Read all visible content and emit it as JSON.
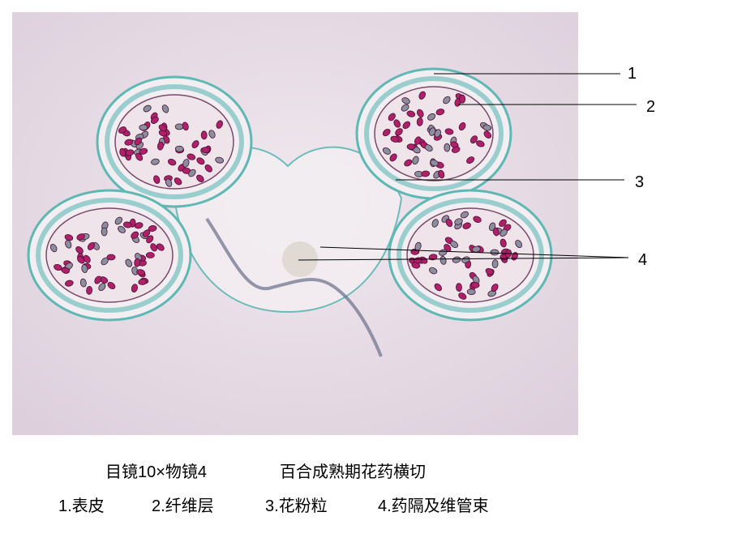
{
  "figure": {
    "labels": [
      "1",
      "2",
      "3",
      "4"
    ],
    "colors": {
      "background": "#e9dde6",
      "tissue": "#5fb8b4",
      "pollen": "#b0206a",
      "cells": "#f3eef2"
    }
  },
  "caption": {
    "magnification": "目镜10×物镜4",
    "title": "百合成熟期花药横切",
    "legend": [
      "1.表皮",
      "2.纤维层",
      "3.花粉粒",
      "4.药隔及维管束"
    ]
  }
}
